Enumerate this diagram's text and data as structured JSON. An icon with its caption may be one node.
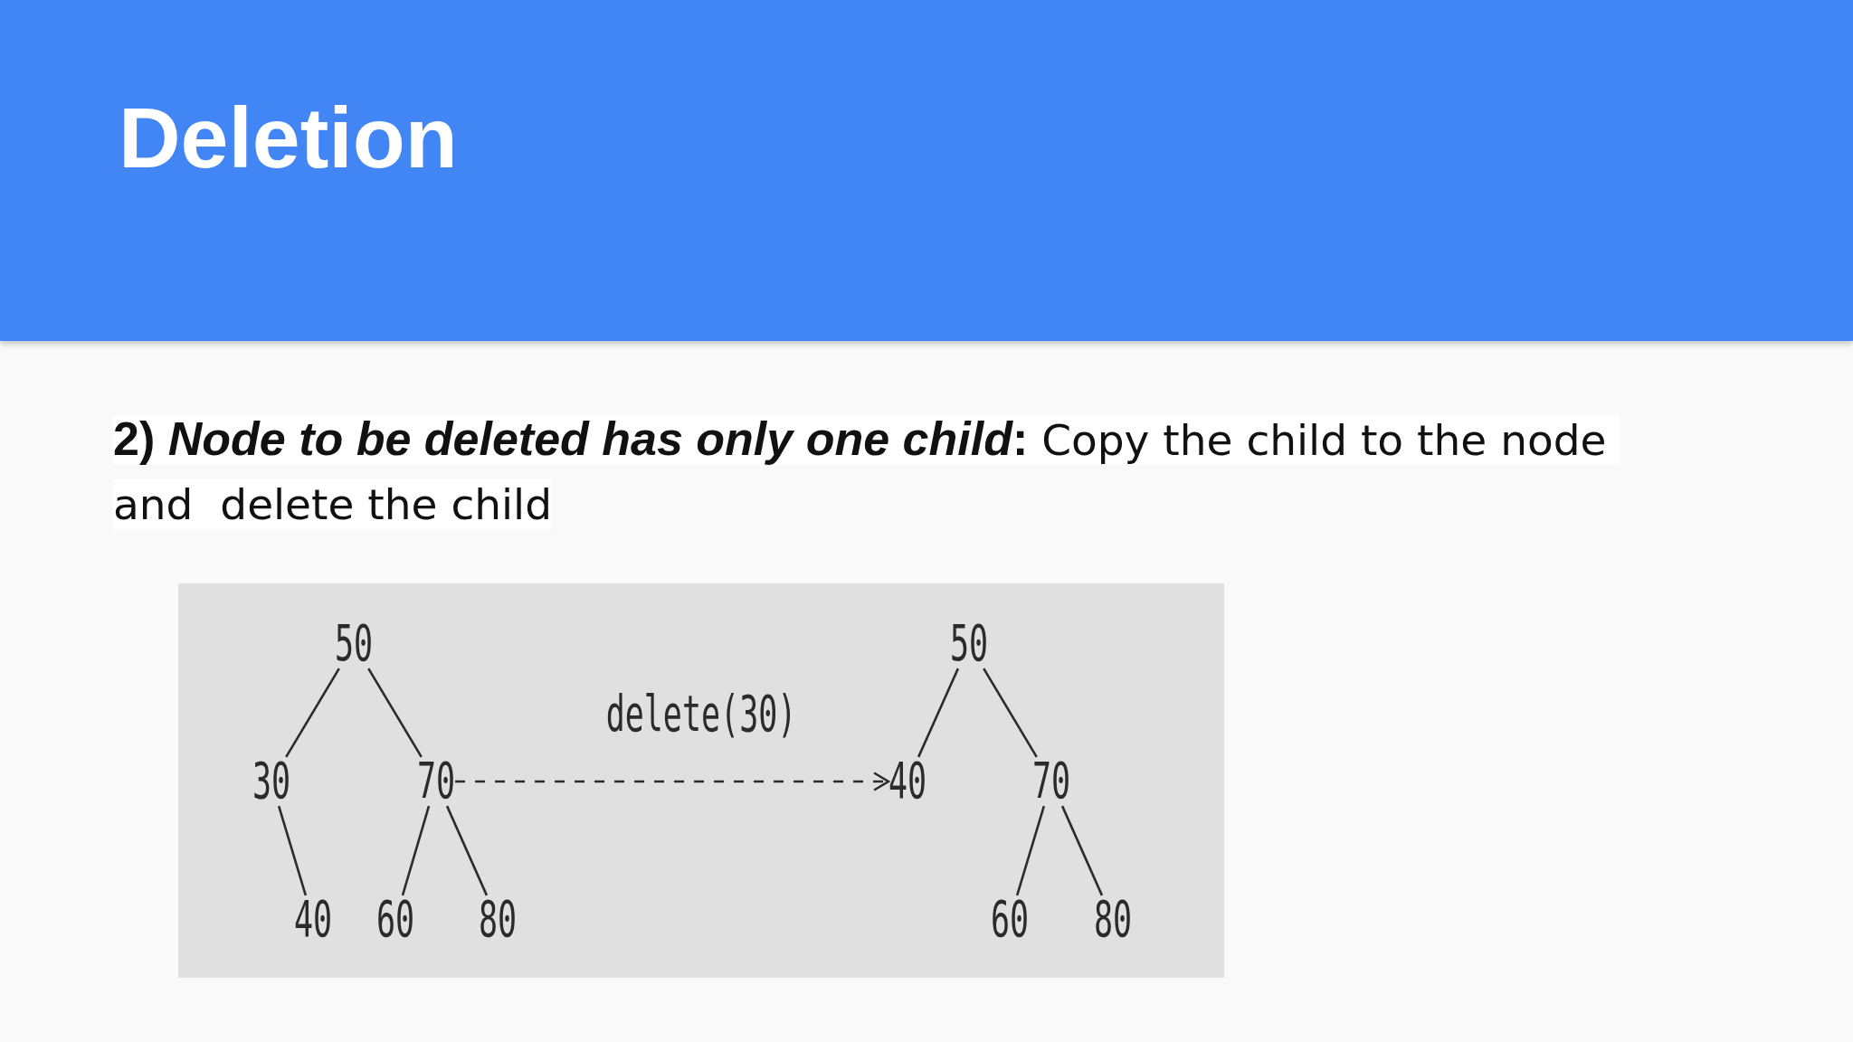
{
  "diagram": {
    "title": "Deletion",
    "nodes": [
      {
        "text": [],
        "shape": "box"
      },
      {
        "text": [
          "50"
        ],
        "in": 0
      },
      {
        "text": [
          "30"
        ],
        "in": 0
      },
      {
        "text": [
          "70"
        ],
        "in": 0
      },
      {
        "text": [
          "40"
        ],
        "in": 0
      },
      {
        "text": [
          "60"
        ],
        "in": 0
      },
      {
        "text": [
          "80"
        ],
        "in": 0
      },
      {
        "text": [
          "50"
        ],
        "in": 0
      },
      {
        "text": [
          "40"
        ],
        "in": 0
      },
      {
        "text": [
          "70"
        ],
        "in": 0
      },
      {
        "text": [
          "60"
        ],
        "in": 0
      },
      {
        "text": [
          "80"
        ],
        "in": 0
      }
    ],
    "edges": [
      {
        "from": 1,
        "to": 2,
        "arrow": "none"
      },
      {
        "from": 1,
        "to": 3,
        "arrow": "none"
      },
      {
        "from": 2,
        "to": 4,
        "arrow": "none"
      },
      {
        "from": 3,
        "to": 5,
        "arrow": "none"
      },
      {
        "from": 3,
        "to": 6,
        "arrow": "none"
      },
      {
        "from": 3,
        "to": 8,
        "arrow": "to",
        "label": "delete(30)",
        "style": "dashed"
      },
      {
        "from": 7,
        "to": 8,
        "arrow": "none"
      },
      {
        "from": 7,
        "to": 9,
        "arrow": "none"
      },
      {
        "from": 9,
        "to": 10,
        "arrow": "none"
      },
      {
        "from": 9,
        "to": 11,
        "arrow": "none"
      }
    ],
    "labels": [
      "**2) *Node to be deleted has only one child*:** Copy the child to the node and  delete the child"
    ]
  }
}
